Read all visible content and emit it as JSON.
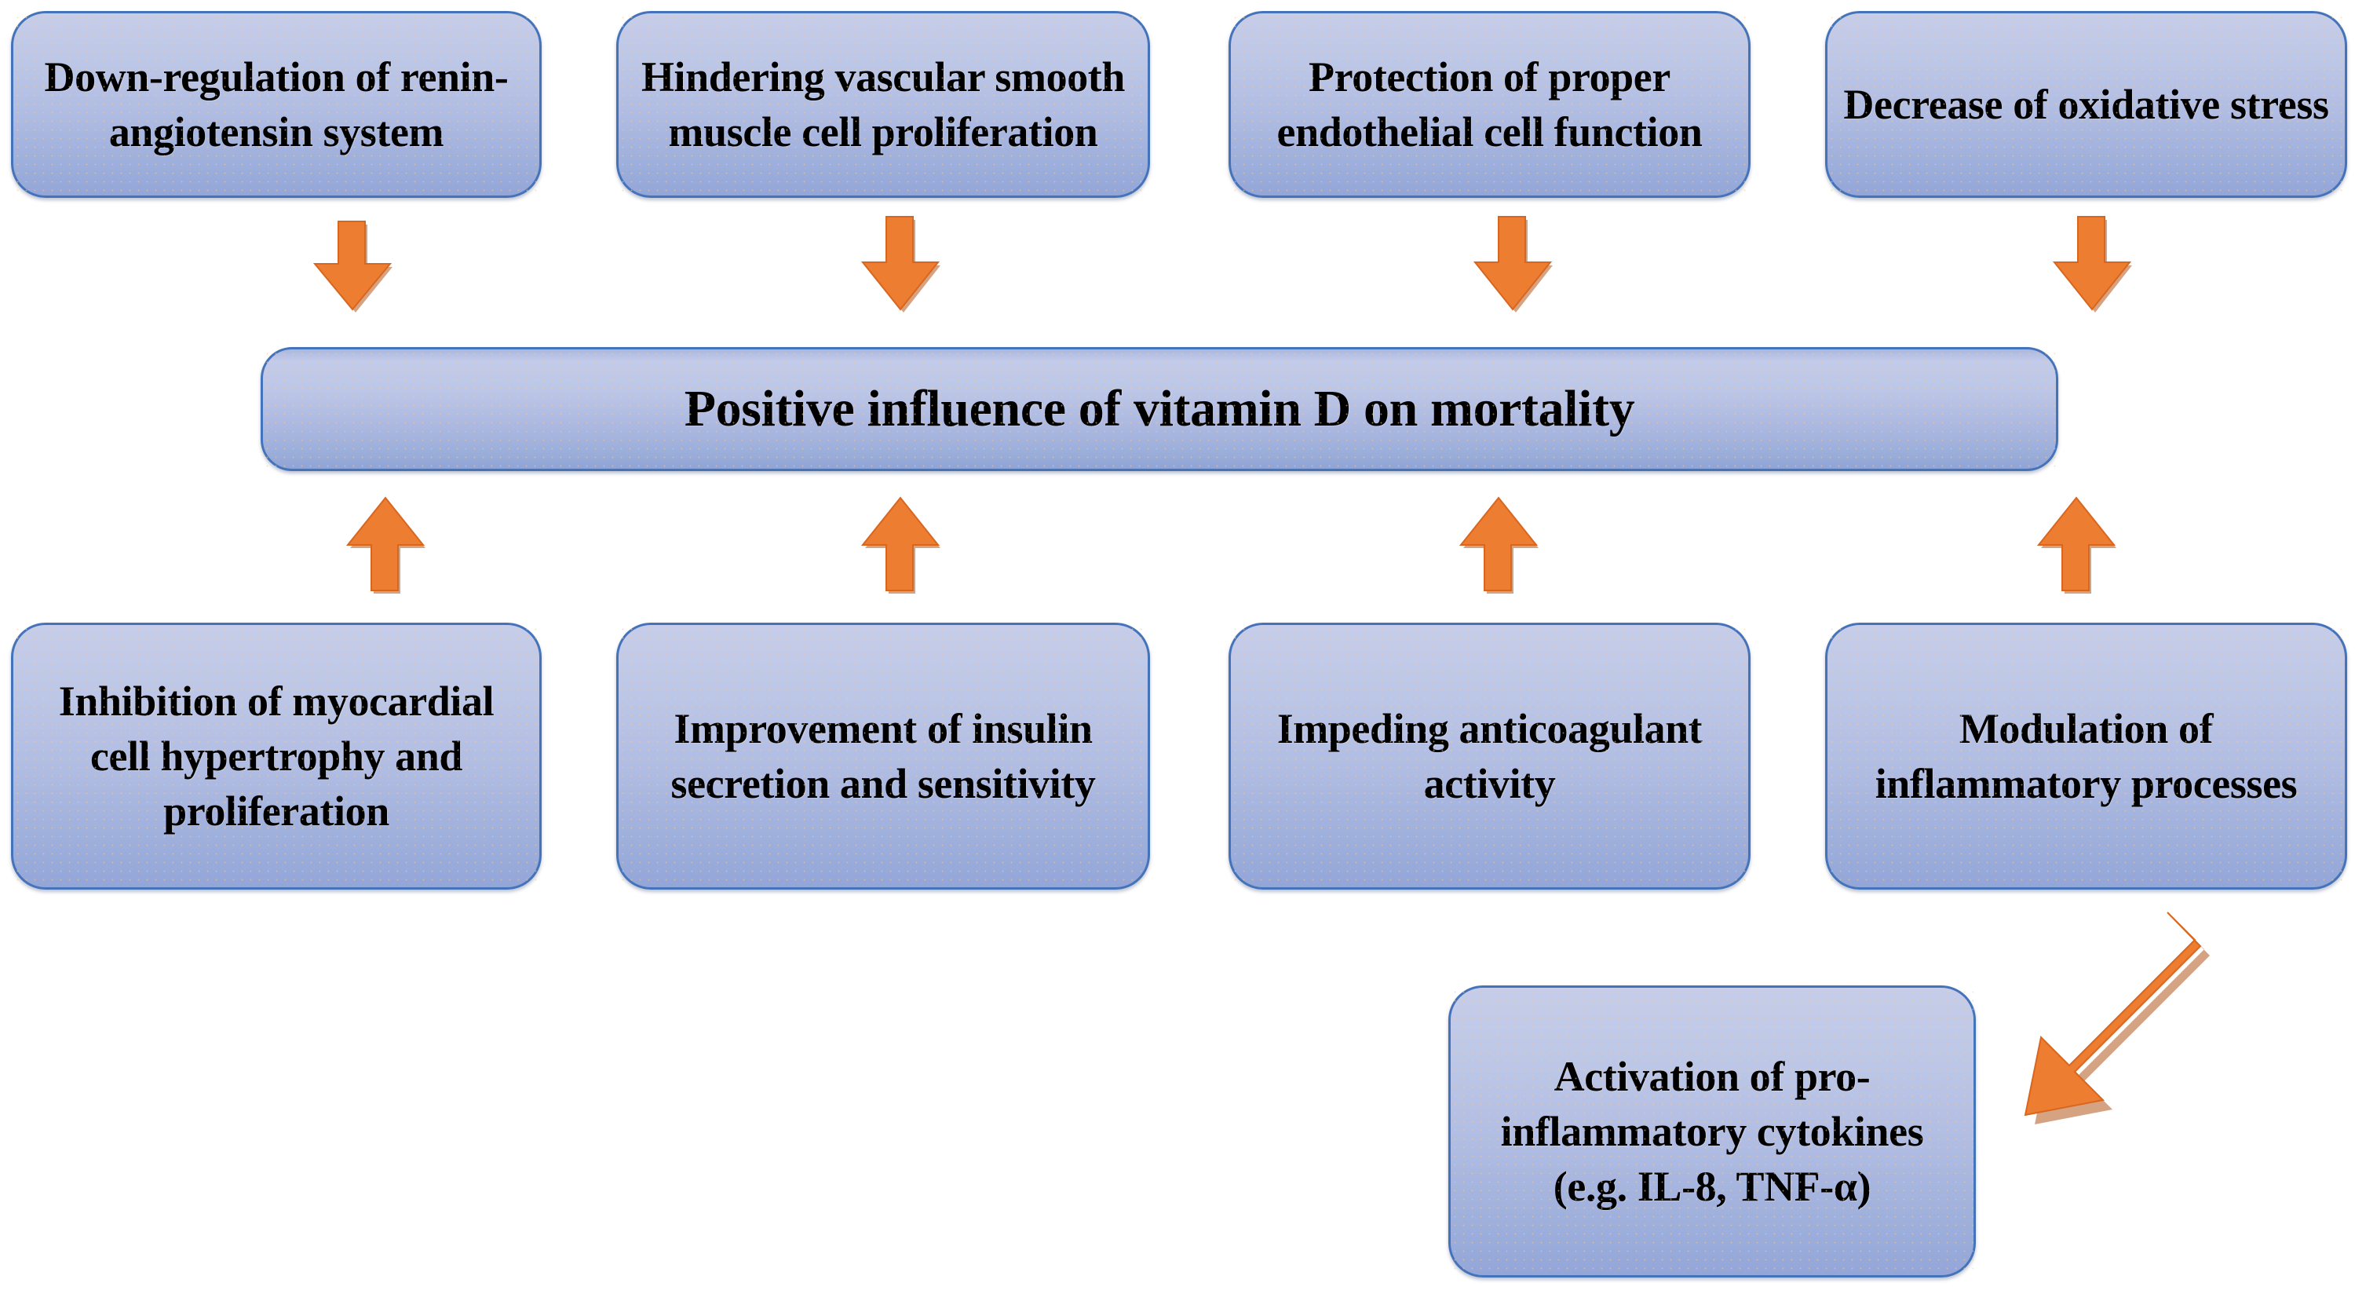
{
  "diagram": {
    "title": "Positive influence of vitamin D on mortality",
    "colors": {
      "node_fill_light": "#c6cde9",
      "node_fill_dark": "#93a6d8",
      "node_border": "#4573b9",
      "arrow_fill": "#ed7d31",
      "arrow_border": "#d9661f",
      "text": "#000000",
      "background": "#ffffff"
    },
    "top_row": [
      {
        "id": "down-regulation-renin-angiotensin",
        "label": "Down-regulation of renin-angiotensin system"
      },
      {
        "id": "hindering-vsmc-proliferation",
        "label": "Hindering vascular smooth muscle cell proliferation"
      },
      {
        "id": "protection-endothelial-function",
        "label": "Protection of proper endothelial cell function"
      },
      {
        "id": "decrease-oxidative-stress",
        "label": "Decrease of oxidative stress"
      }
    ],
    "center": {
      "id": "positive-influence-vitamin-d",
      "label": "Positive influence of vitamin D on mortality"
    },
    "bottom_row": [
      {
        "id": "inhibition-myocardial-hypertrophy",
        "label": "Inhibition of myocardial cell hypertrophy and proliferation"
      },
      {
        "id": "improvement-insulin-secretion",
        "label": "Improvement of insulin secretion and sensitivity"
      },
      {
        "id": "impeding-anticoagulant-activity",
        "label": "Impeding anticoagulant activity"
      },
      {
        "id": "modulation-inflammatory-processes",
        "label": "Modulation of inflammatory processes"
      }
    ],
    "secondary": {
      "id": "activation-pro-inflammatory-cytokines",
      "label": "Activation of pro-inflammatory cytokines (e.g. IL-8, TNF-α)"
    },
    "arrows": [
      {
        "id": "arrow-down-1",
        "direction": "down",
        "from": "down-regulation-renin-angiotensin",
        "to": "positive-influence-vitamin-d"
      },
      {
        "id": "arrow-down-2",
        "direction": "down",
        "from": "hindering-vsmc-proliferation",
        "to": "positive-influence-vitamin-d"
      },
      {
        "id": "arrow-down-3",
        "direction": "down",
        "from": "protection-endothelial-function",
        "to": "positive-influence-vitamin-d"
      },
      {
        "id": "arrow-down-4",
        "direction": "down",
        "from": "decrease-oxidative-stress",
        "to": "positive-influence-vitamin-d"
      },
      {
        "id": "arrow-up-1",
        "direction": "up",
        "from": "inhibition-myocardial-hypertrophy",
        "to": "positive-influence-vitamin-d"
      },
      {
        "id": "arrow-up-2",
        "direction": "up",
        "from": "improvement-insulin-secretion",
        "to": "positive-influence-vitamin-d"
      },
      {
        "id": "arrow-up-3",
        "direction": "up",
        "from": "impeding-anticoagulant-activity",
        "to": "positive-influence-vitamin-d"
      },
      {
        "id": "arrow-up-4",
        "direction": "up",
        "from": "modulation-inflammatory-processes",
        "to": "positive-influence-vitamin-d"
      },
      {
        "id": "arrow-diagonal",
        "direction": "down-left",
        "from": "modulation-inflammatory-processes",
        "to": "activation-pro-inflammatory-cytokines"
      }
    ]
  }
}
